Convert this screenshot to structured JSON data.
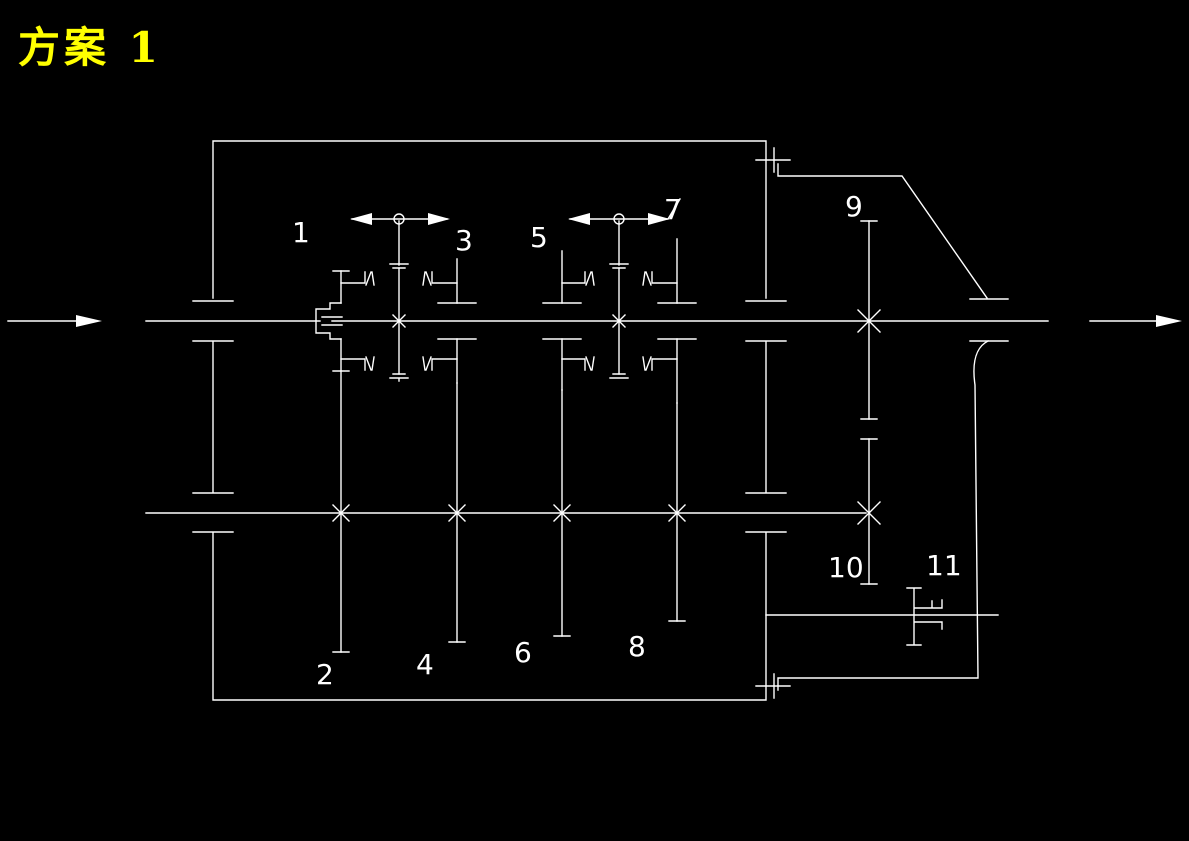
{
  "title": "方案 1",
  "colors": {
    "background": "#000000",
    "line": "#ffffff",
    "title": "#ffff00"
  },
  "labels": {
    "n1": "1",
    "n2": "2",
    "n3": "3",
    "n4": "4",
    "n5": "5",
    "n6": "6",
    "n7": "7",
    "n8": "8",
    "n9": "9",
    "n10": "10",
    "n11": "11"
  }
}
